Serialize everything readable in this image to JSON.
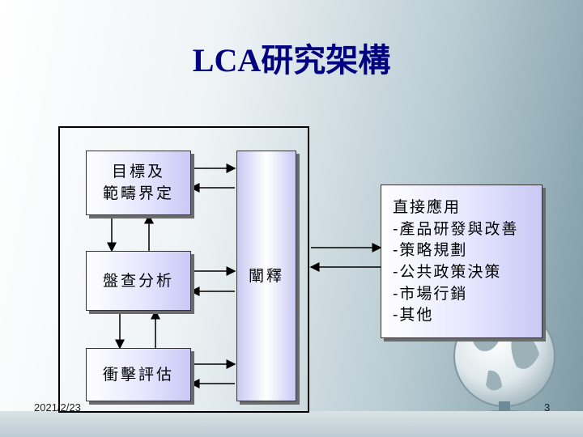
{
  "title": "LCA研究架構",
  "nodes": {
    "goal": [
      "目標及",
      "範疇界定"
    ],
    "inventory": "盤查分析",
    "impact": "衝擊評估",
    "interpretation": "闡釋",
    "applications": {
      "heading": "直接應用",
      "items": [
        "-產品研發與改善",
        "-策略規劃",
        "-公共政策決策",
        "-市場行銷",
        "-其他"
      ]
    }
  },
  "footer": {
    "date": "2021/2/23",
    "page": "3"
  },
  "colors": {
    "title": "#000080",
    "box_light": "#ffffff",
    "box_tint": "#c9c9f5"
  }
}
